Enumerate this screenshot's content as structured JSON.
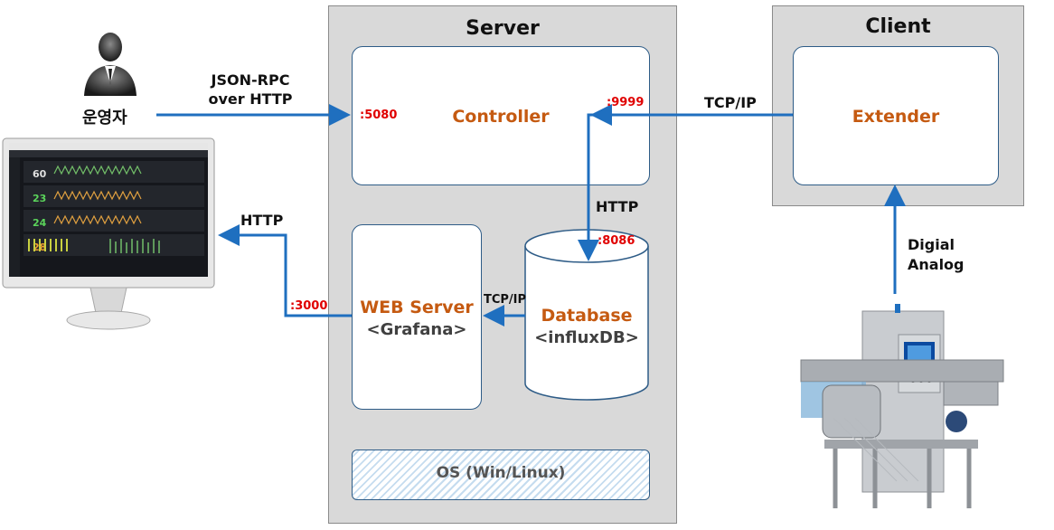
{
  "server": {
    "title": "Server",
    "controller": "Controller",
    "web_server": "WEB Server",
    "web_server_sub": "<Grafana>",
    "database": "Database",
    "database_sub": "<influxDB>",
    "os": "OS (Win/Linux)"
  },
  "client": {
    "title": "Client",
    "extender": "Extender"
  },
  "ports": {
    "controller_left": ":5080",
    "controller_right": ":9999",
    "database_in": ":8086",
    "web_out": ":3000"
  },
  "labels": {
    "operator": "운영자",
    "jsonrpc_line1": "JSON-RPC",
    "jsonrpc_line2": "over HTTP",
    "tcpip_client": "TCP/IP",
    "http_db": "HTTP",
    "tcpip_db": "TCP/IP",
    "http_monitor": "HTTP",
    "digital": "Digial",
    "analog": "Analog"
  },
  "colors": {
    "arrow": "#1f6fbf",
    "port": "#e00000",
    "accent": "#c55a11",
    "panel": "#d9d9d9"
  },
  "icons": [
    "operator-person-icon",
    "monitor-icon",
    "xray-machine-icon"
  ]
}
